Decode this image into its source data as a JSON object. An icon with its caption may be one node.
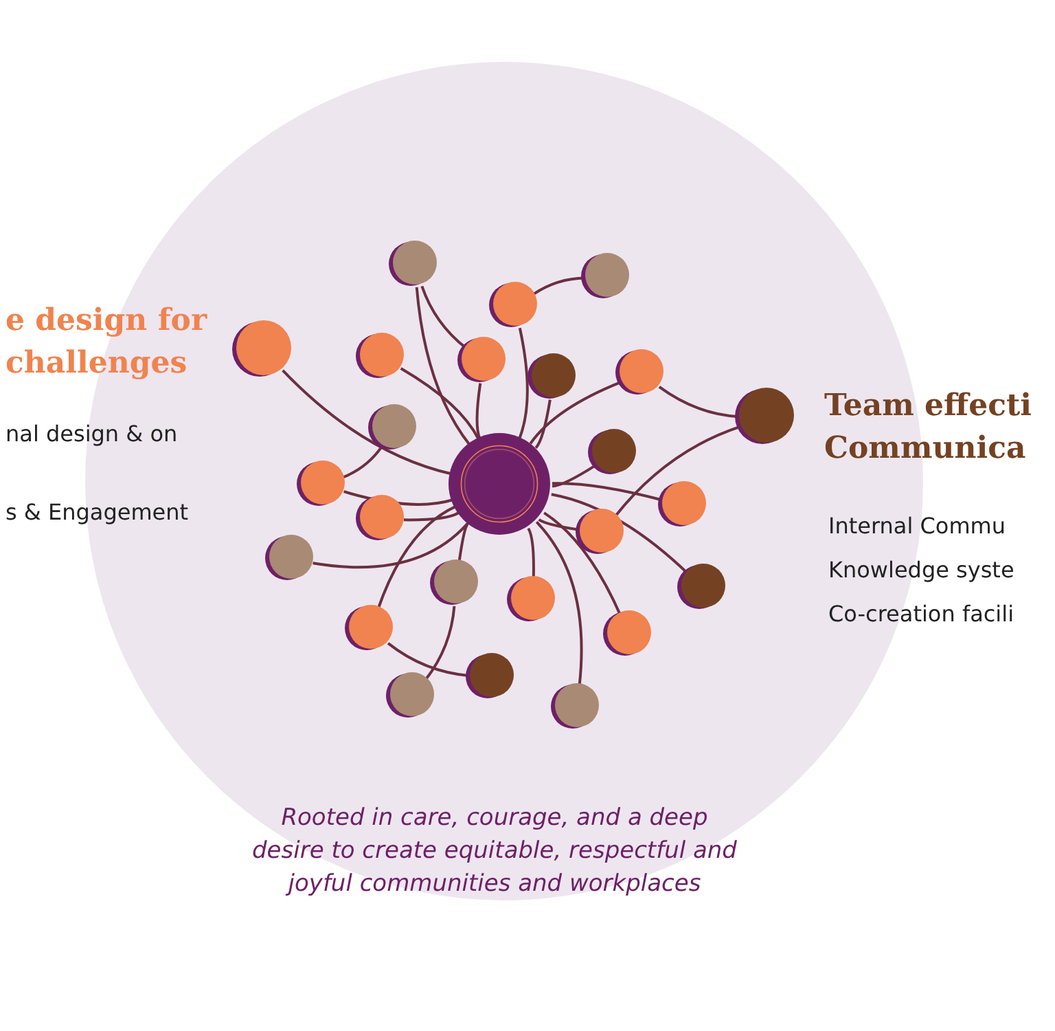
{
  "diagram": {
    "nodes": [
      {
        "text": [],
        "shape": "circle"
      },
      {
        "text": [],
        "shape": "circle"
      },
      {
        "text": [],
        "shape": "circle"
      },
      {
        "text": [],
        "shape": "circle"
      },
      {
        "text": [],
        "shape": "circle"
      },
      {
        "text": [],
        "shape": "circle"
      },
      {
        "text": [],
        "shape": "circle"
      },
      {
        "text": [],
        "shape": "circle"
      },
      {
        "text": [],
        "shape": "circle"
      },
      {
        "text": [],
        "shape": "circle"
      },
      {
        "text": [],
        "shape": "circle"
      },
      {
        "text": [],
        "shape": "circle"
      },
      {
        "text": [],
        "shape": "circle"
      },
      {
        "text": [],
        "shape": "circle"
      },
      {
        "text": [],
        "shape": "circle"
      },
      {
        "text": [],
        "shape": "circle"
      },
      {
        "text": [],
        "shape": "circle"
      },
      {
        "text": [],
        "shape": "circle"
      },
      {
        "text": [],
        "shape": "circle"
      },
      {
        "text": [],
        "shape": "circle"
      },
      {
        "text": [],
        "shape": "circle"
      },
      {
        "text": [],
        "shape": "circle"
      },
      {
        "text": [],
        "shape": "circle"
      },
      {
        "text": [],
        "shape": "circle"
      },
      {
        "text": [],
        "shape": "circle"
      }
    ],
    "edges": [
      {
        "from": 0,
        "to": 1,
        "arrow": "none"
      },
      {
        "from": 1,
        "to": 6,
        "arrow": "none"
      },
      {
        "from": 0,
        "to": 4,
        "arrow": "none"
      },
      {
        "from": 0,
        "to": 5,
        "arrow": "none"
      },
      {
        "from": 0,
        "to": 6,
        "arrow": "none"
      },
      {
        "from": 0,
        "to": 3,
        "arrow": "none"
      },
      {
        "from": 3,
        "to": 2,
        "arrow": "none"
      },
      {
        "from": 0,
        "to": 7,
        "arrow": "none"
      },
      {
        "from": 0,
        "to": 8,
        "arrow": "none"
      },
      {
        "from": 8,
        "to": 9,
        "arrow": "none"
      },
      {
        "from": 15,
        "to": 9,
        "arrow": "none"
      },
      {
        "from": 0,
        "to": 11,
        "arrow": "none"
      },
      {
        "from": 0,
        "to": 12,
        "arrow": "none"
      },
      {
        "from": 12,
        "to": 10,
        "arrow": "none"
      },
      {
        "from": 0,
        "to": 13,
        "arrow": "none"
      },
      {
        "from": 0,
        "to": 14,
        "arrow": "none"
      },
      {
        "from": 0,
        "to": 19,
        "arrow": "none"
      },
      {
        "from": 0,
        "to": 15,
        "arrow": "none"
      },
      {
        "from": 0,
        "to": 18,
        "arrow": "none"
      },
      {
        "from": 0,
        "to": 17,
        "arrow": "none"
      },
      {
        "from": 0,
        "to": 21,
        "arrow": "none"
      },
      {
        "from": 0,
        "to": 24,
        "arrow": "none"
      },
      {
        "from": 0,
        "to": 20,
        "arrow": "none"
      },
      {
        "from": 20,
        "to": 22,
        "arrow": "none"
      },
      {
        "from": 17,
        "to": 23,
        "arrow": "none"
      },
      {
        "from": 0,
        "to": 16,
        "arrow": "none"
      }
    ],
    "labels": [
      "e design for challenges",
      "nal design & on",
      "s & Engagement",
      "Team effecti Communica",
      "Internal Commu",
      "Knowledge syste",
      "Co-creation facili",
      "Rooted in care, courage, and a deep desire to create equitable, respectful and joyful communities and workplaces"
    ]
  }
}
